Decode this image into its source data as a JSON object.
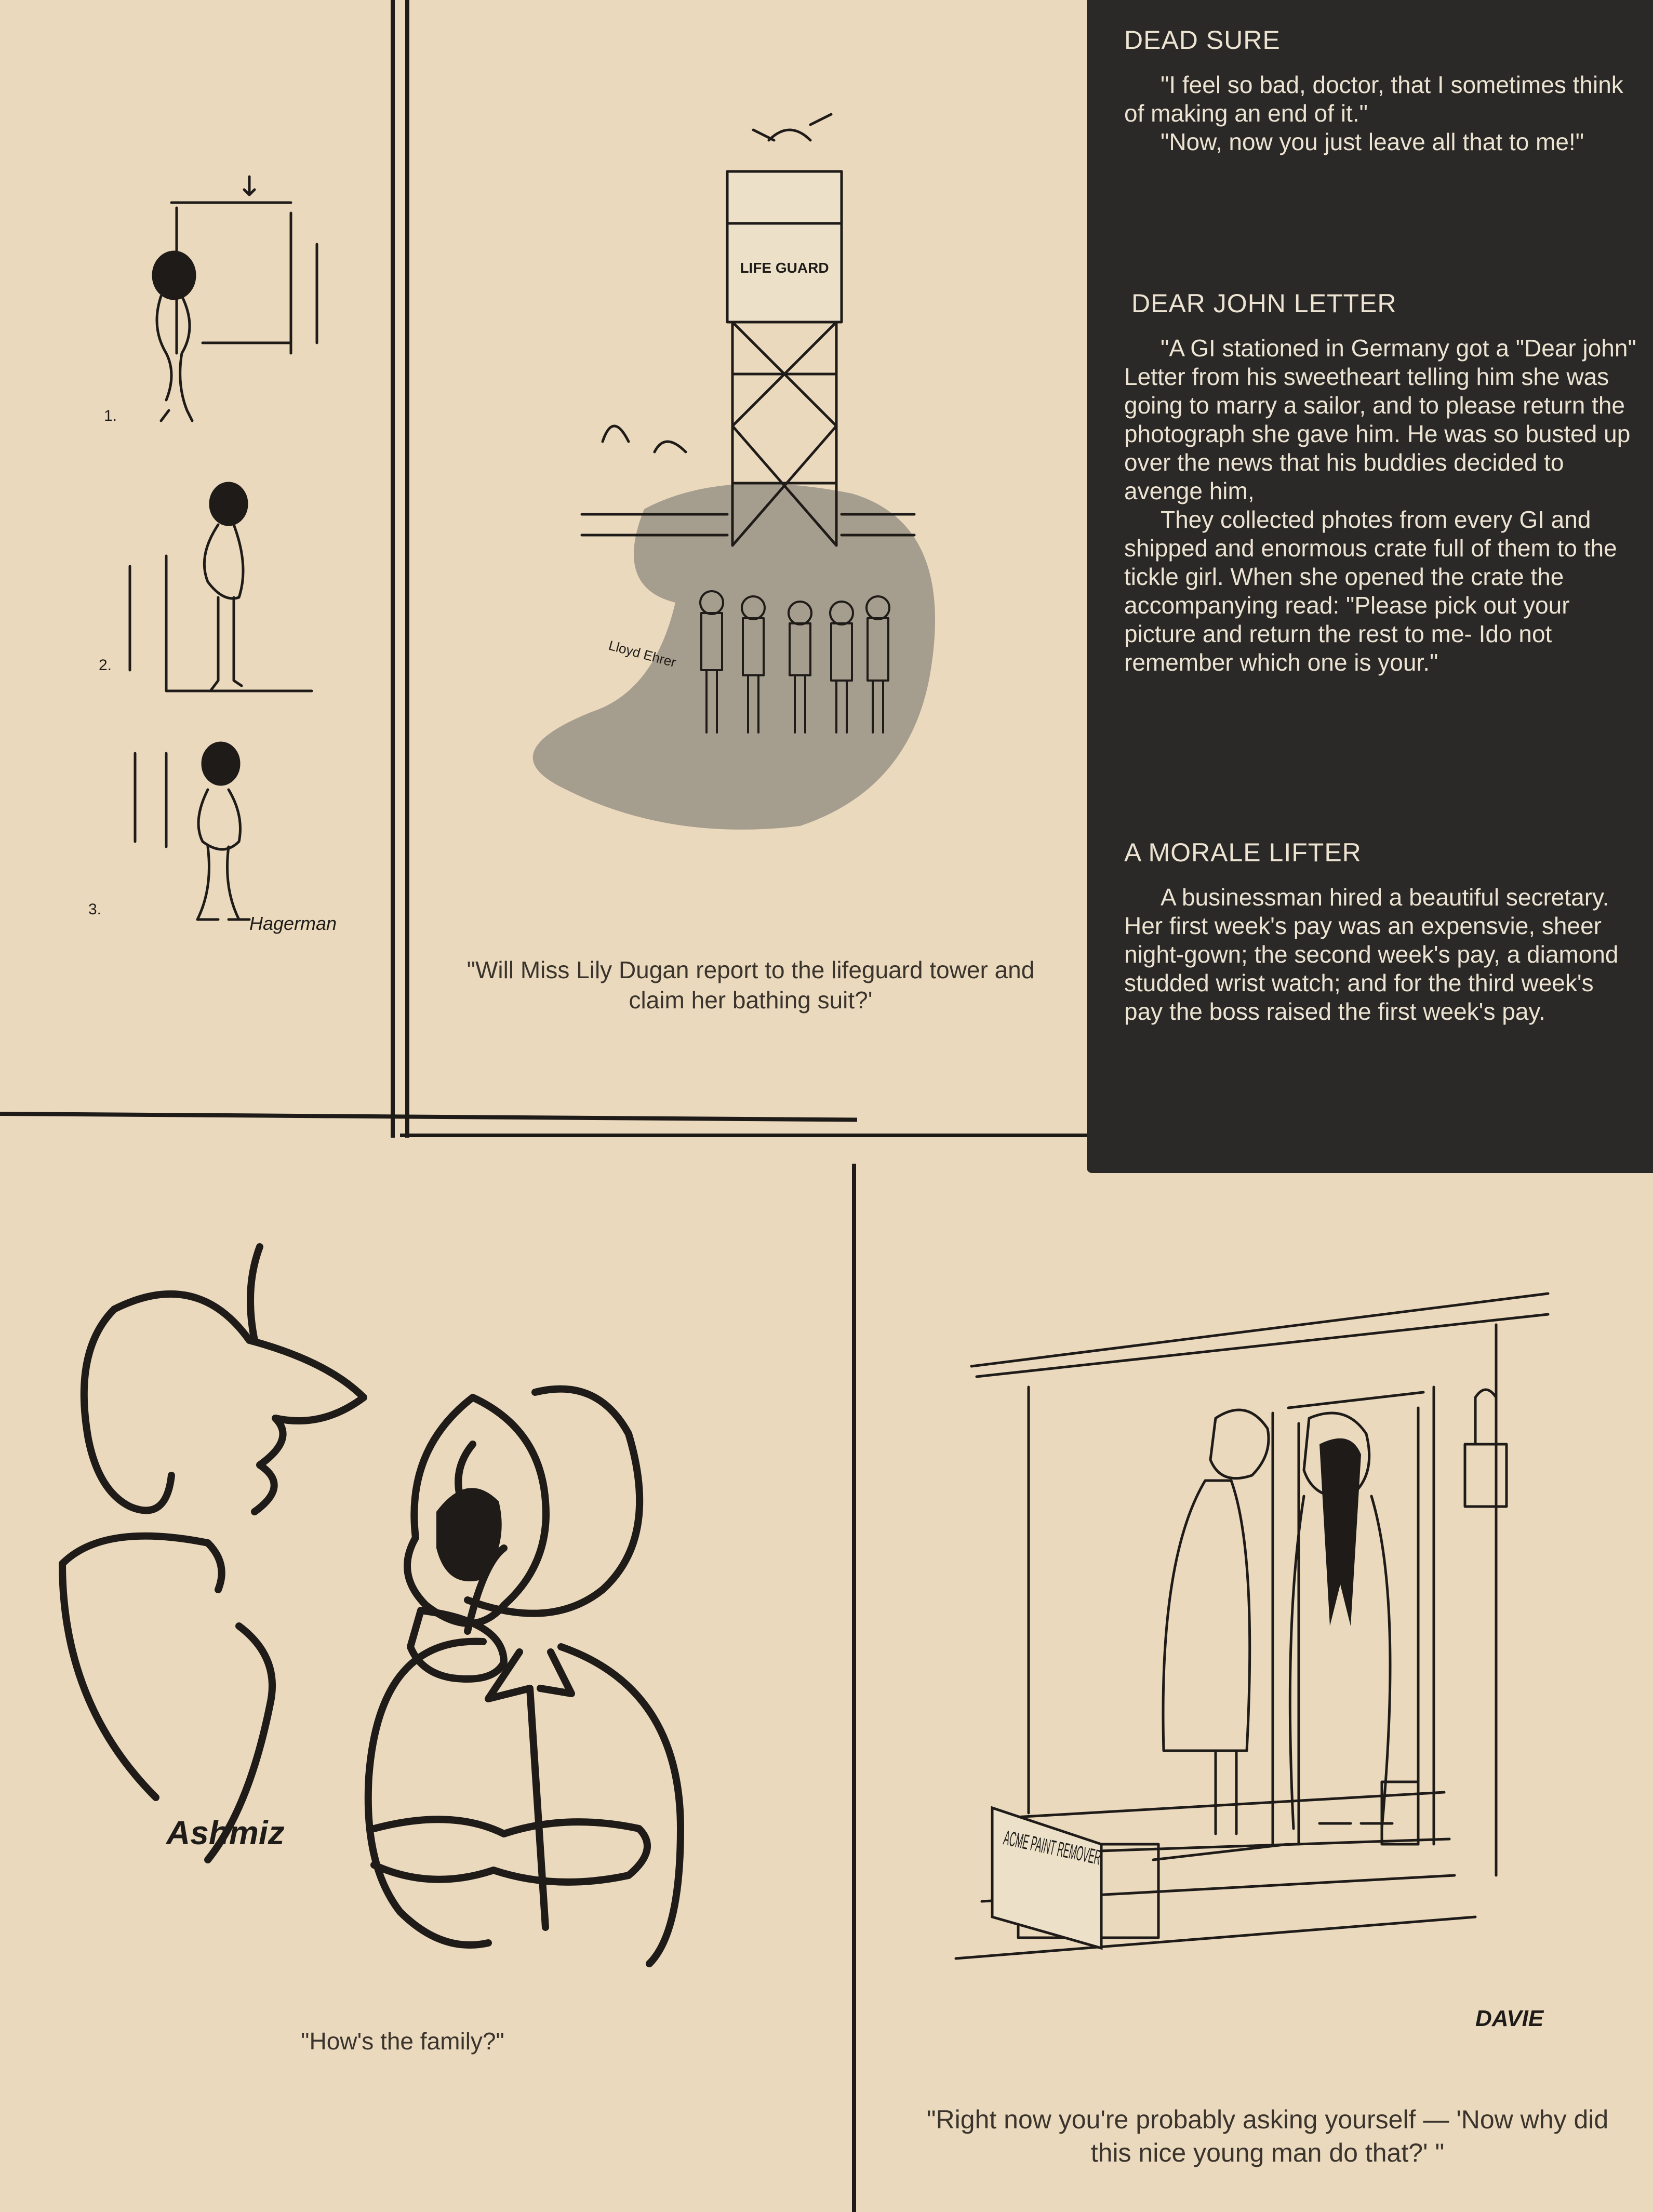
{
  "cartoons": {
    "elevator": {
      "frame_numbers": [
        "1.",
        "2.",
        "3."
      ],
      "signature": "Hagerman"
    },
    "lifeguard": {
      "sign": "LIFE GUARD",
      "signature": "Lloyd Ehrer",
      "caption": "\"Will Miss Lily Dugan report to the lifeguard tower and claim her bathing suit?'"
    },
    "family": {
      "signature": "Ashmiz",
      "caption": "\"How's the family?\""
    },
    "paint_remover": {
      "case_label": "ACME PAINT REMOVER",
      "signature": "DAVIE",
      "caption": "\"Right now you're probably asking yourself — 'Now why did this nice young man do that?' \""
    }
  },
  "jokes": [
    {
      "title": "DEAD SURE",
      "paragraphs": [
        "\"I feel so bad, doctor, that I sometimes think of making an end of it.\"",
        "\"Now, now you just leave all that to me!\""
      ]
    },
    {
      "title": "DEAR JOHN  LETTER",
      "paragraphs": [
        "\"A GI stationed in Germany got a \"Dear john\" Letter from his sweetheart telling him she was going to marry a sailor, and to please return the photograph she gave him.  He was so busted up over the news that his buddies decided to avenge him,",
        "They collected photes from every GI and shipped and enormous crate full of them to the tickle girl.  When she opened the crate the accompanying read:  \"Please pick out your picture and return the rest to me- Ido not remember which one is your.\""
      ]
    },
    {
      "title": "A MORALE LIFTER",
      "paragraphs": [
        "A businessman hired a beautiful secretary.  Her first week's pay was an expensvie, sheer night-gown; the second week's pay, a diamond studded wrist watch; and for the third week's pay the boss raised the first week's pay."
      ]
    }
  ],
  "colors": {
    "paper": "#ead9bd",
    "ink": "#1e1b18",
    "box": "#2b2927",
    "box_text": "#ece3d2"
  }
}
